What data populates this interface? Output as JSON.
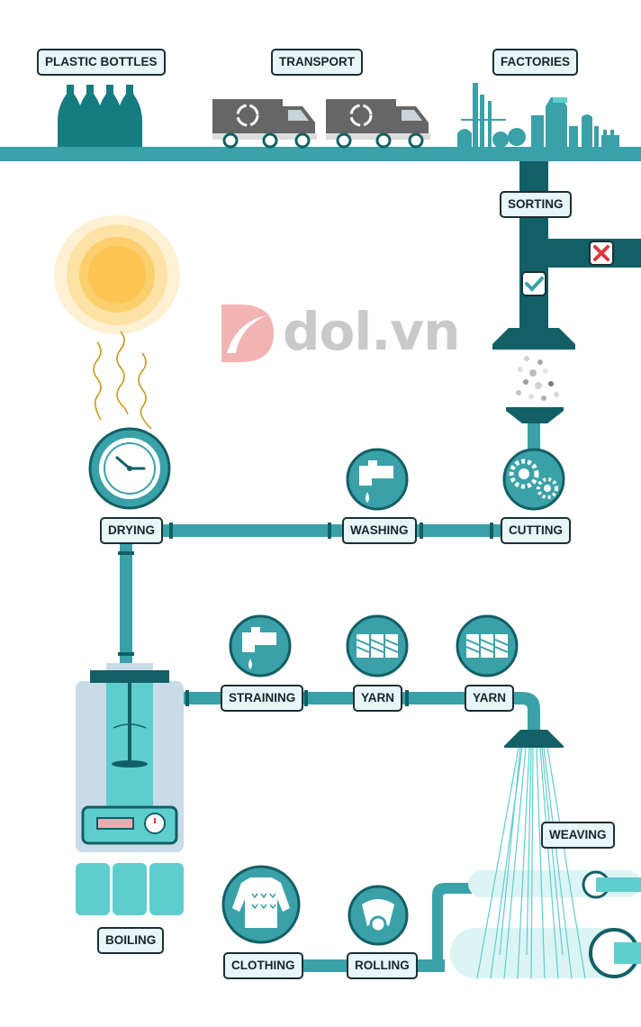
{
  "watermark": "dol.vn",
  "colors": {
    "teal": "#3aa1a8",
    "dark_teal": "#135f66",
    "light_teal": "#5ecdcd",
    "label_bg": "#e8f6f8",
    "label_border": "#1b2e35",
    "truck": "#666666",
    "sun": "#fcc552",
    "reject": "#e0383d"
  },
  "labels": {
    "plastic_bottles": "PLASTIC BOTTLES",
    "transport": "TRANSPORT",
    "factories": "FACTORIES",
    "sorting": "SORTING",
    "drying": "DRYING",
    "washing": "WASHING",
    "cutting": "CUTTING",
    "straining": "STRAINING",
    "yarn_1": "YARN",
    "yarn_2": "YARN",
    "weaving": "WEAVING",
    "boiling": "BOILING",
    "clothing": "CLOTHING",
    "rolling": "ROLLING"
  },
  "icons": {
    "bottles": "bottle-icon",
    "trucks": "recycling-truck-icon",
    "factory": "factory-skyline-icon",
    "sun": "sun-icon",
    "reject": "x-mark-icon",
    "accept": "checkmark-icon",
    "clock": "clock-icon",
    "tap": "water-tap-icon",
    "gears": "gears-icon",
    "spool": "yarn-spool-icon",
    "sweater": "sweater-icon",
    "roll": "fabric-roll-icon",
    "boiler": "boiler-tank-icon",
    "loom": "loom-icon"
  }
}
